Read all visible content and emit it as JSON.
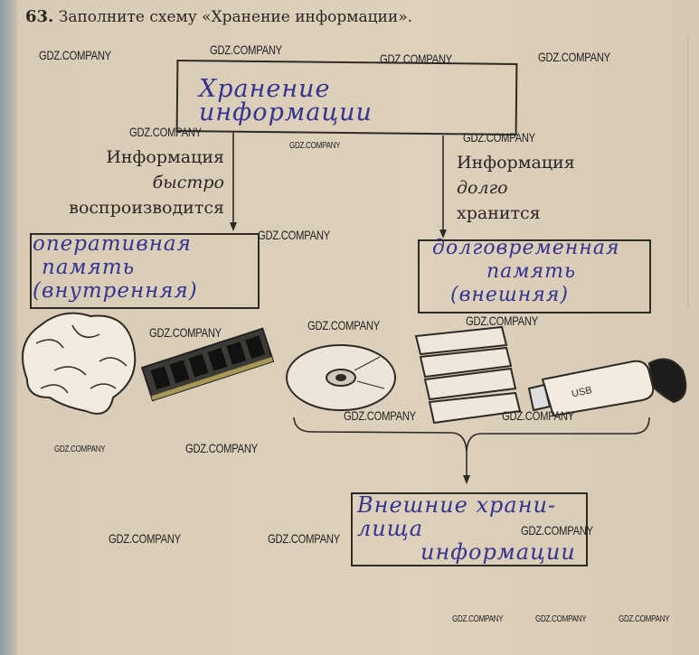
{
  "task": {
    "number": "63.",
    "text": "Заполните схему «Хранение информации»."
  },
  "scheme": {
    "root_answer": "Хранение информации",
    "left_label": {
      "line1": "Информация",
      "line2": "быстро",
      "line3": "воспроизводится"
    },
    "right_label": {
      "line1": "Информация",
      "line2": "долго",
      "line3": "хранится"
    },
    "left_answer": {
      "line1": "оперативная",
      "line2": "память",
      "line3": "(внутренняя)"
    },
    "right_answer": {
      "line1": "долговременная",
      "line2": "память",
      "line3": "(внешняя)"
    },
    "bottom_answer": {
      "line1": "Внешние храни-",
      "line2": "лища",
      "line3": "информации"
    },
    "images": [
      "brain",
      "ram-module",
      "cd-disc",
      "books",
      "usb-flash-drive"
    ],
    "usb_text": "USB"
  },
  "watermark": "GDZ.COMPANY",
  "colors": {
    "ink": "#35338f",
    "paper": "#ddd1bc"
  }
}
